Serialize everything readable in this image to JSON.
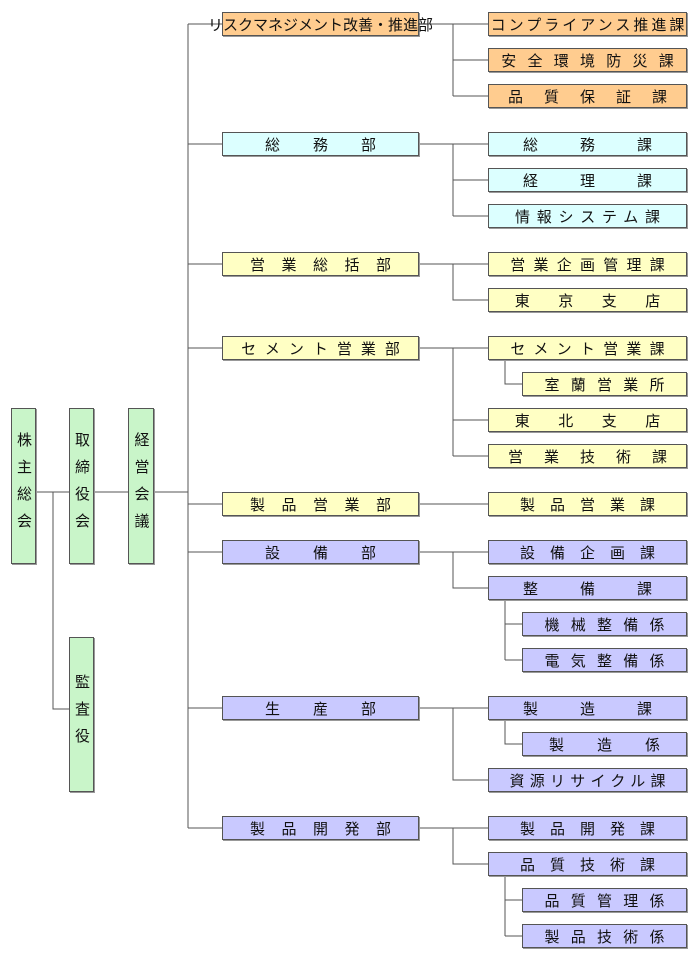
{
  "left": {
    "shareholders": "株主総会",
    "board": "取締役会",
    "management_council": "経営会議",
    "auditor": "監査役"
  },
  "departments": [
    {
      "name": "リスクマネジメント改善・推進部",
      "color": "orange",
      "sections": [
        "コンプライアンス推進課",
        "安全環境防災課",
        "品質保証課"
      ]
    },
    {
      "name": "総務部",
      "color": "cyan",
      "sections": [
        "総務課",
        "経理課",
        "情報システム課"
      ]
    },
    {
      "name": "営業総括部",
      "color": "yellow",
      "sections": [
        "営業企画管理課",
        "東京支店"
      ]
    },
    {
      "name": "セメント営業部",
      "color": "yellow",
      "sections": [
        "セメント営業課",
        "室蘭営業所",
        "東北支店",
        "営業技術課"
      ]
    },
    {
      "name": "製品営業部",
      "color": "yellow",
      "sections": [
        "製品営業課"
      ]
    },
    {
      "name": "設備部",
      "color": "violet",
      "sections": [
        "設備企画課",
        "整備課",
        "機械整備係",
        "電気整備係"
      ]
    },
    {
      "name": "生産部",
      "color": "violet",
      "sections": [
        "製造課",
        "製造係",
        "資源リサイクル課"
      ]
    },
    {
      "name": "製品開発部",
      "color": "violet",
      "sections": [
        "製品開発課",
        "品質技術課",
        "品質管理係",
        "製品技術係"
      ]
    }
  ],
  "colors": {
    "orange": "#ffcc8f",
    "cyan": "#dcffff",
    "yellow": "#ffffc4",
    "violet": "#c9c9ff",
    "green": "#c9f5c9",
    "line": "#555555"
  }
}
